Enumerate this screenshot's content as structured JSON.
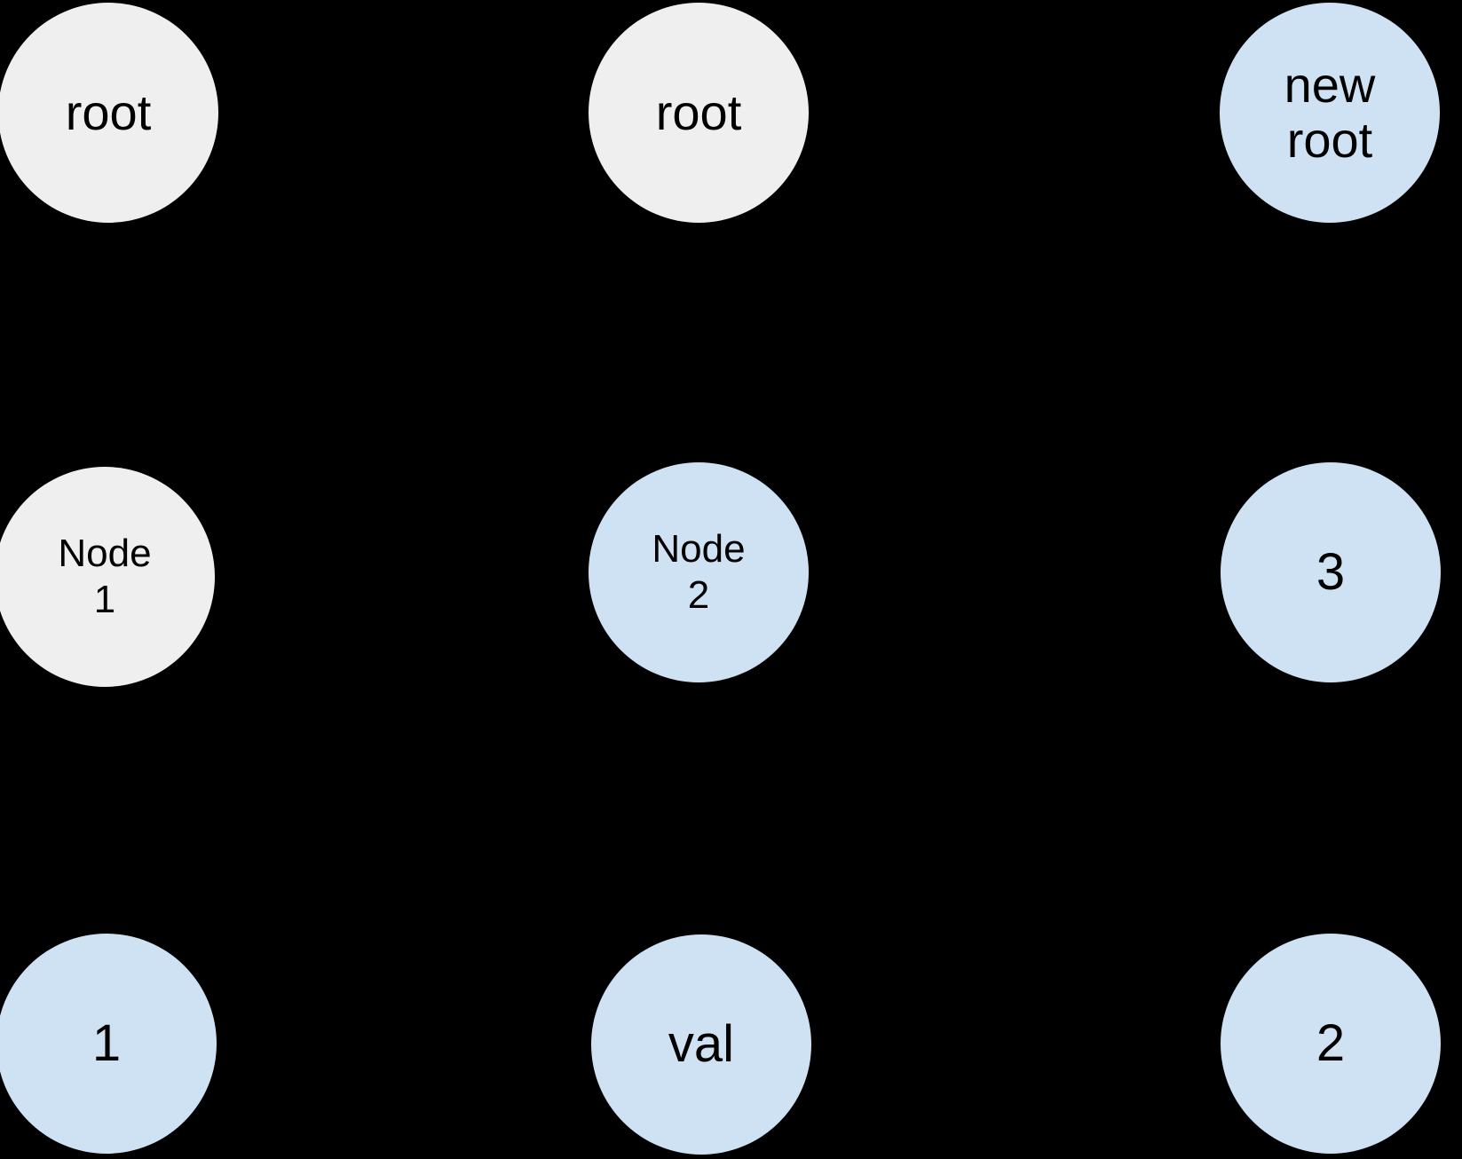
{
  "diagram_type": "binary-tree-node-diagram",
  "colors": {
    "background": "#000000",
    "gray_fill": "#efefef",
    "blue_fill": "#cfe2f3",
    "text": "#000000"
  },
  "nodes": [
    {
      "id": "root-left",
      "label": "root",
      "fill": "#efefef",
      "column": 1,
      "row": 1
    },
    {
      "id": "root-middle",
      "label": "root",
      "fill": "#efefef",
      "column": 2,
      "row": 1
    },
    {
      "id": "new-root",
      "label": "new\nroot",
      "fill": "#cfe2f3",
      "column": 3,
      "row": 1
    },
    {
      "id": "node-1",
      "label": "Node\n1",
      "fill": "#efefef",
      "column": 1,
      "row": 2
    },
    {
      "id": "node-2",
      "label": "Node\n2",
      "fill": "#cfe2f3",
      "column": 2,
      "row": 2
    },
    {
      "id": "value-3",
      "label": "3",
      "fill": "#cfe2f3",
      "column": 3,
      "row": 2
    },
    {
      "id": "value-1",
      "label": "1",
      "fill": "#cfe2f3",
      "column": 1,
      "row": 3
    },
    {
      "id": "val",
      "label": "val",
      "fill": "#cfe2f3",
      "column": 2,
      "row": 3
    },
    {
      "id": "value-2",
      "label": "2",
      "fill": "#cfe2f3",
      "column": 3,
      "row": 3
    }
  ]
}
